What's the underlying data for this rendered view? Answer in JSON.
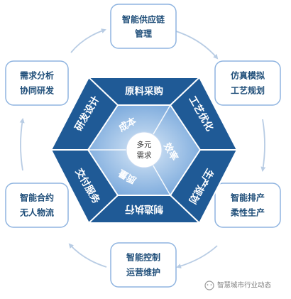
{
  "center": {
    "line1": "多元",
    "line2": "需求"
  },
  "hex_segments": [
    {
      "text": "原料采购"
    },
    {
      "text": "工艺优化"
    },
    {
      "text": "生产规划"
    },
    {
      "text": "制造执行"
    },
    {
      "text": "交付服务"
    },
    {
      "text": "研发设计"
    }
  ],
  "inner_labels": [
    {
      "text": "成本"
    },
    {
      "text": "效率"
    },
    {
      "text": "质量"
    }
  ],
  "outer_boxes": [
    {
      "line1": "智能供应链",
      "line2": "管理"
    },
    {
      "line1": "仿真模拟",
      "line2": "工艺规划"
    },
    {
      "line1": "智能排产",
      "line2": "柔性生产"
    },
    {
      "line1": "智能控制",
      "line2": "运营维护"
    },
    {
      "line1": "智能合约",
      "line2": "无人物流"
    },
    {
      "line1": "需求分析",
      "line2": "协同研发"
    }
  ],
  "watermark": {
    "text": "智慧城市行业动态"
  },
  "colors": {
    "hex_dark": "#1f5a96",
    "hex_mid": "#6d9fd4",
    "hex_light": "#b3d0ee",
    "box_border": "#8fb4e0",
    "box_text": "#1f4e79",
    "arrow": "#b8cce4"
  }
}
